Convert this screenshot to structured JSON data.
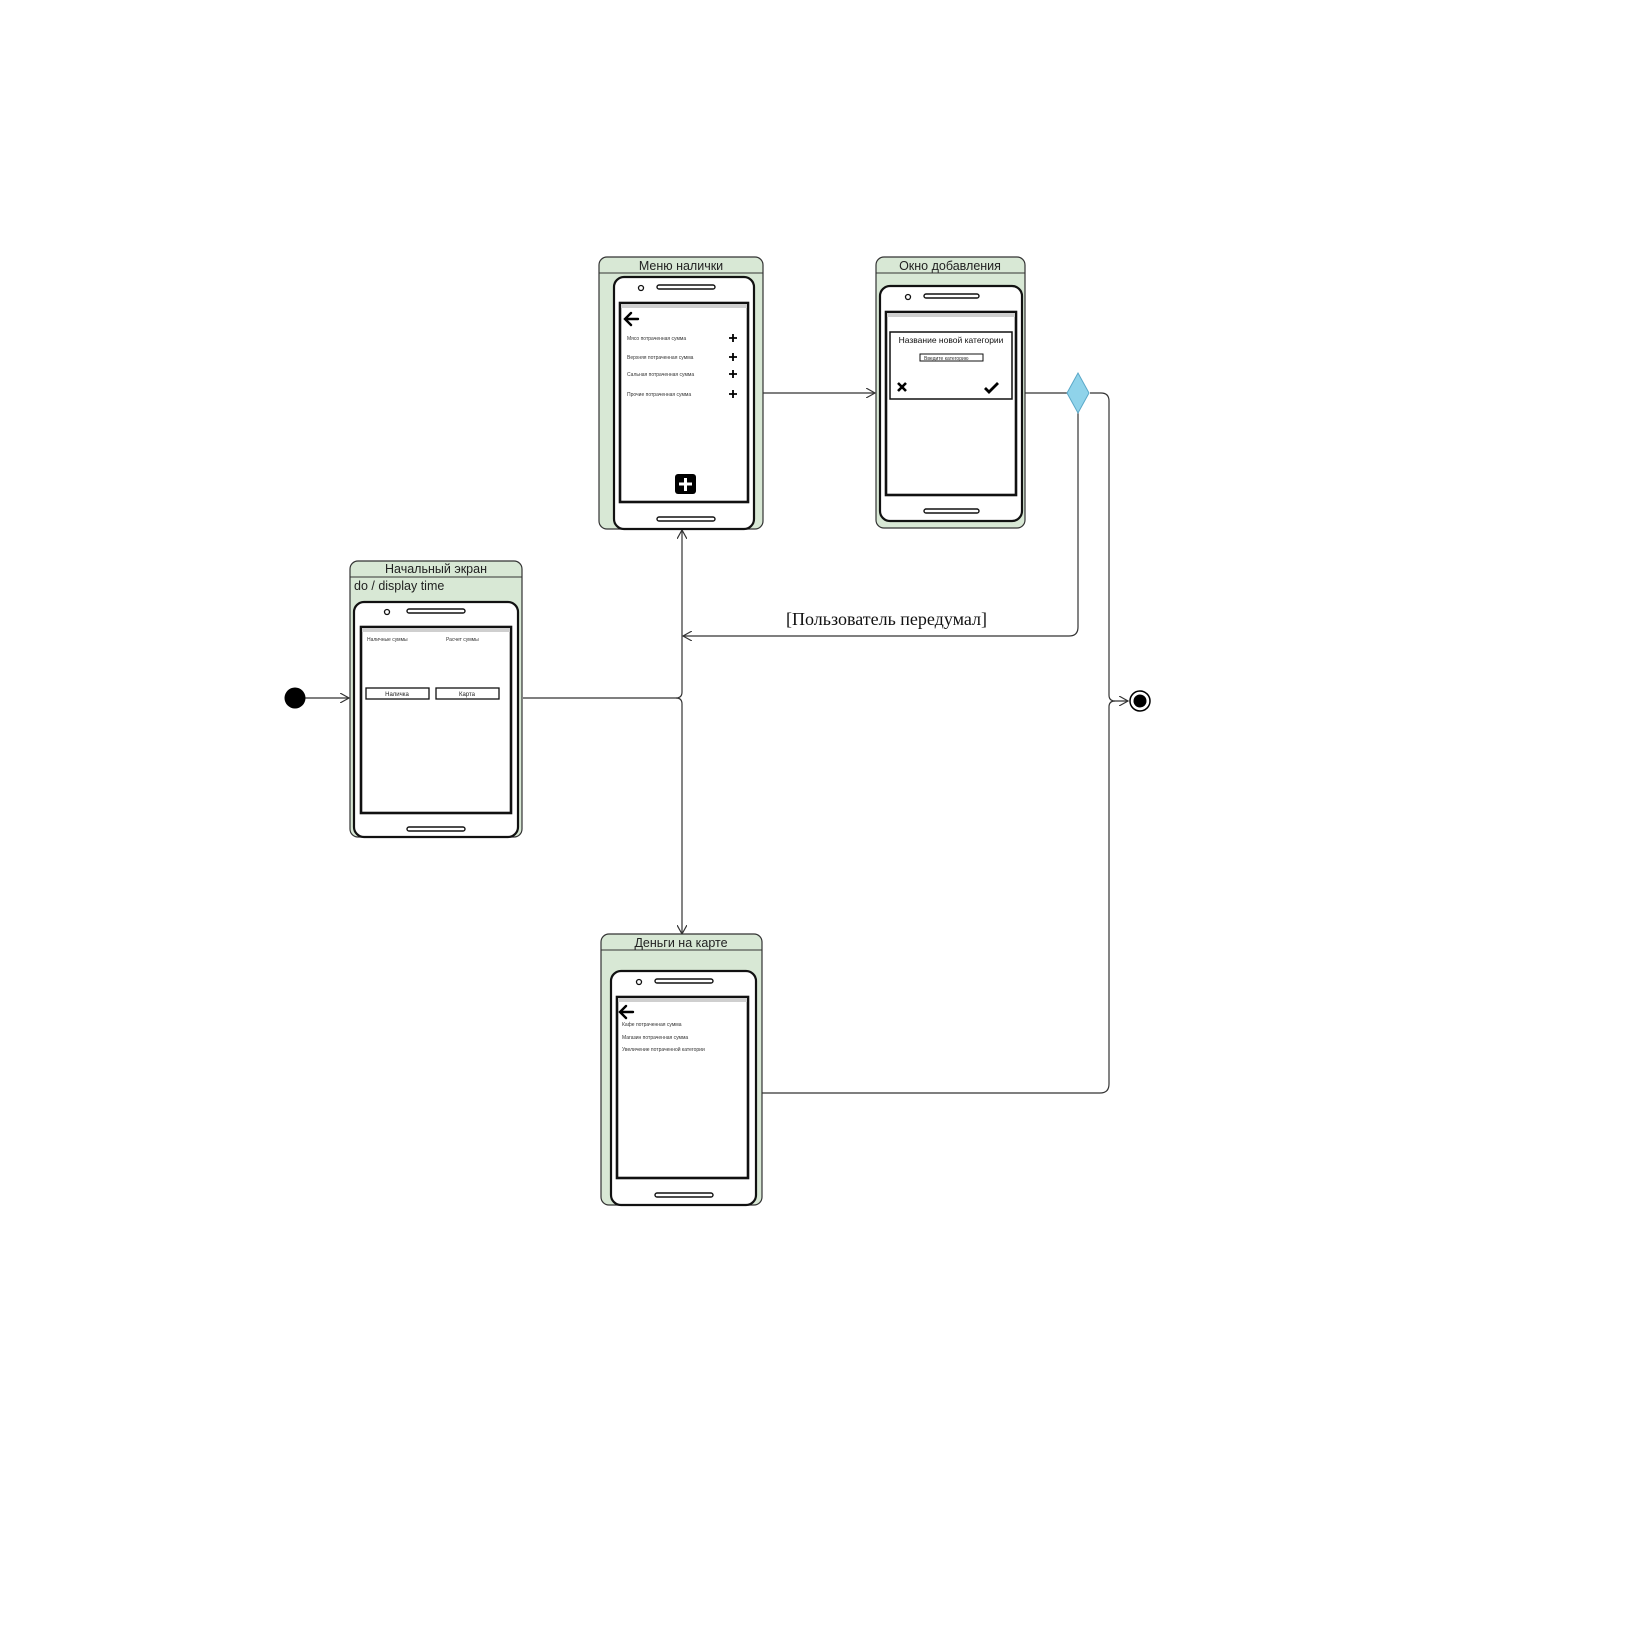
{
  "states": {
    "start_screen": {
      "title": "Начальный экран",
      "activity": "do / display time",
      "labels": [
        "Наличные суммы",
        "Расчет суммы"
      ],
      "buttons": [
        "Наличка",
        "Карта"
      ]
    },
    "cash_menu": {
      "title": "Меню налички",
      "items": [
        "Мясо потраченная сумма",
        "Верхняя потраченная сумма",
        "Сальная потраченная сумма",
        "Прочие потраченная сумма"
      ]
    },
    "add_window": {
      "title": "Окно добавления",
      "dialog_title": "Название новой категории",
      "input_placeholder": "Введите категорию"
    },
    "card_money": {
      "title": "Деньги на карте",
      "items": [
        "Кафе потраченная сумма",
        "Магазин потраченная сумма",
        "Увеличение потраченной категории"
      ]
    }
  },
  "transitions": {
    "guard_user_changed_mind": "[Пользователь передумал]"
  },
  "colors": {
    "state_fill": "#d8e8d5",
    "decision_fill": "#8fd3ea",
    "line": "#333333"
  },
  "icons": [
    "back-arrow-icon",
    "plus-icon",
    "add-button-icon",
    "close-icon",
    "check-icon",
    "initial-node-icon",
    "final-node-icon"
  ]
}
